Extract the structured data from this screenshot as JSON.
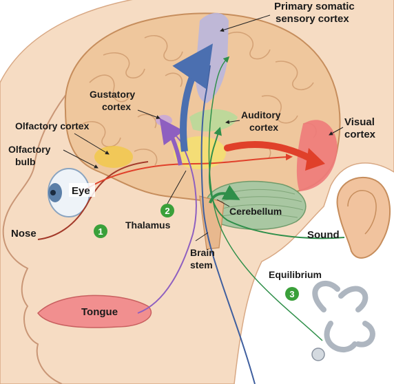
{
  "labels": {
    "primary_somatic_line1": "Primary somatic",
    "primary_somatic_line2": "sensory cortex",
    "gustatory_line1": "Gustatory",
    "gustatory_line2": "cortex",
    "auditory_line1": "Auditory",
    "auditory_line2": "cortex",
    "visual_line1": "Visual",
    "visual_line2": "cortex",
    "olfactory_cortex": "Olfactory cortex",
    "olfactory_bulb_line1": "Olfactory",
    "olfactory_bulb_line2": "bulb",
    "eye": "Eye",
    "nose": "Nose",
    "thalamus": "Thalamus",
    "cerebellum": "Cerebellum",
    "sound": "Sound",
    "brain_stem_line1": "Brain",
    "brain_stem_line2": "stem",
    "equilibrium": "Equilibrium",
    "tongue": "Tongue"
  },
  "markers": {
    "one": "1",
    "two": "2",
    "three": "3"
  },
  "colors": {
    "skin": "#f6dcc3",
    "brain": "#efc79d",
    "somatic_cortex": "#b9b6de",
    "gustatory_cortex": "#c9a9d8",
    "auditory_cortex": "#b8d99a",
    "visual_cortex": "#ee7a7a",
    "thalamus": "#f4e070",
    "cerebellum": "#a9c7a2",
    "marker": "#3aa03a",
    "pathway_red": "#c0392b",
    "pathway_purple": "#7b3f9c",
    "pathway_green": "#2f8f4a",
    "pathway_blue": "#3f5f9f"
  }
}
